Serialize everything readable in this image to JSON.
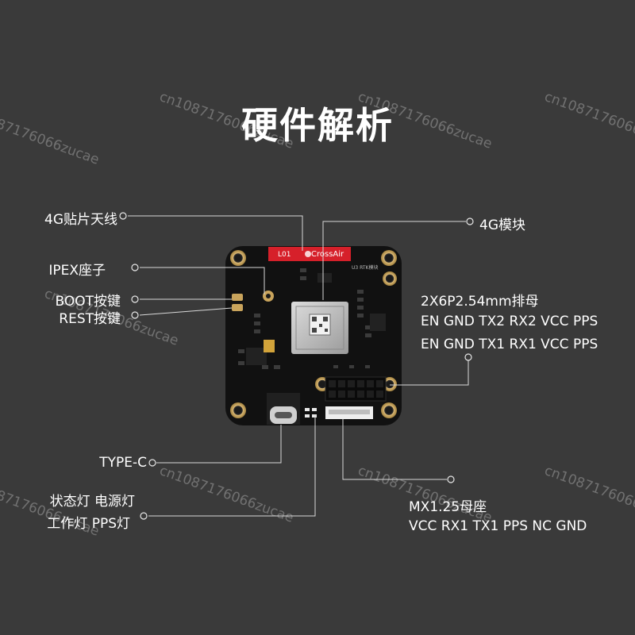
{
  "title": "硬件解析",
  "watermark": "cn1087176066zucae",
  "labels": {
    "antenna": "4G贴片天线",
    "ipex": "IPEX座子",
    "boot": "BOOT按键",
    "rest": "REST按键",
    "module": "4G模块",
    "header_title": "2X6P2.54mm排母",
    "header_row1": "EN GND TX2 RX2 VCC PPS",
    "header_row2": "EN GND TX1 RX1 VCC PPS",
    "typec": "TYPE-C",
    "leds_row1": "状态灯 电源灯",
    "leds_row2": "工作灯 PPS灯",
    "mx_title": "MX1.25母座",
    "mx_row": "VCC RX1 TX1 PPS NC GND"
  },
  "board": {
    "brand": "CrossAir",
    "version": "L01",
    "model": "U3 RTK模块"
  },
  "colors": {
    "background": "#3a3a3a",
    "pcb": "#111111",
    "gold": "#c9a45c",
    "red_tag": "#d6202a",
    "line": "#d8d8d8"
  }
}
